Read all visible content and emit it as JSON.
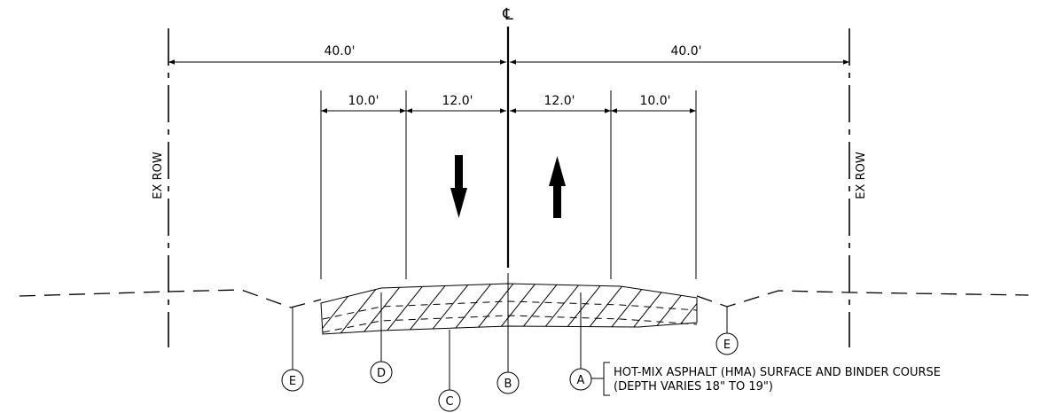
{
  "centerline": {
    "symbol": "℄"
  },
  "dimensions": {
    "overall_left": "40.0'",
    "overall_right": "40.0'",
    "shoulder_left": "10.0'",
    "lane_left": "12.0'",
    "lane_right": "12.0'",
    "shoulder_right": "10.0'"
  },
  "row_labels": {
    "left": "EX ROW",
    "right": "EX ROW"
  },
  "callouts": {
    "a": "A",
    "b": "B",
    "c": "C",
    "d": "D",
    "e_left": "E",
    "e_right": "E"
  },
  "notes": {
    "a_line1": "HOT-MIX ASPHALT (HMA) SURFACE AND BINDER COURSE",
    "a_line2": "(DEPTH VARIES 18\" TO 19\")"
  },
  "traffic": {
    "left_arrow": "down-arrow-icon",
    "right_arrow": "up-arrow-icon"
  }
}
